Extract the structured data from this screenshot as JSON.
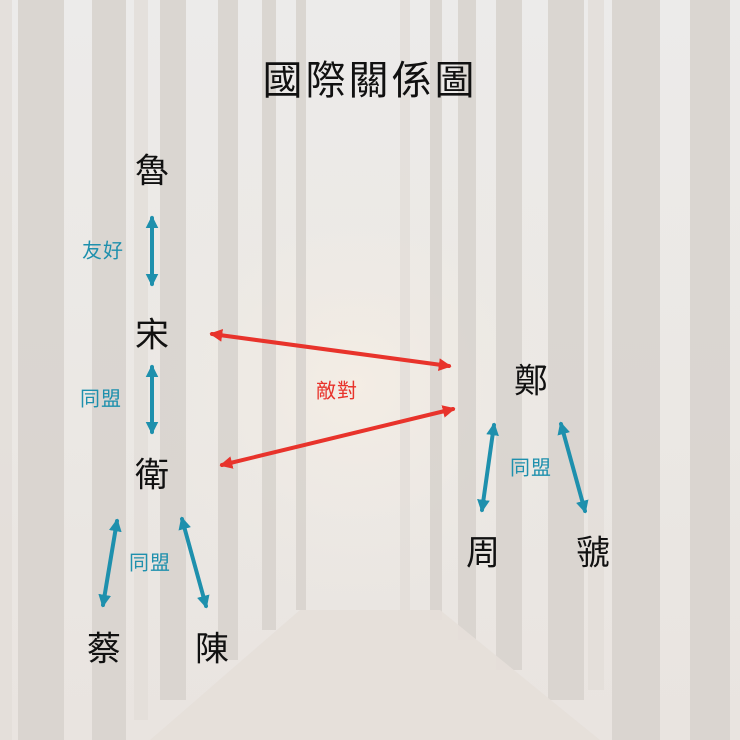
{
  "title": "國際關係圖",
  "states": {
    "lu": "魯",
    "song": "宋",
    "wei": "衛",
    "cai": "蔡",
    "chen": "陳",
    "zheng": "鄭",
    "zhou": "周",
    "guo": "虢"
  },
  "relations": {
    "lu_song": "友好",
    "song_wei": "同盟",
    "wei_cai_chen": "同盟",
    "zheng_zhou_guo": "同盟",
    "hostile": "敵對"
  },
  "colors": {
    "alliance": "#1e90ad",
    "hostile": "#e8332b",
    "text": "#111111",
    "background": "#ebe9e6"
  }
}
